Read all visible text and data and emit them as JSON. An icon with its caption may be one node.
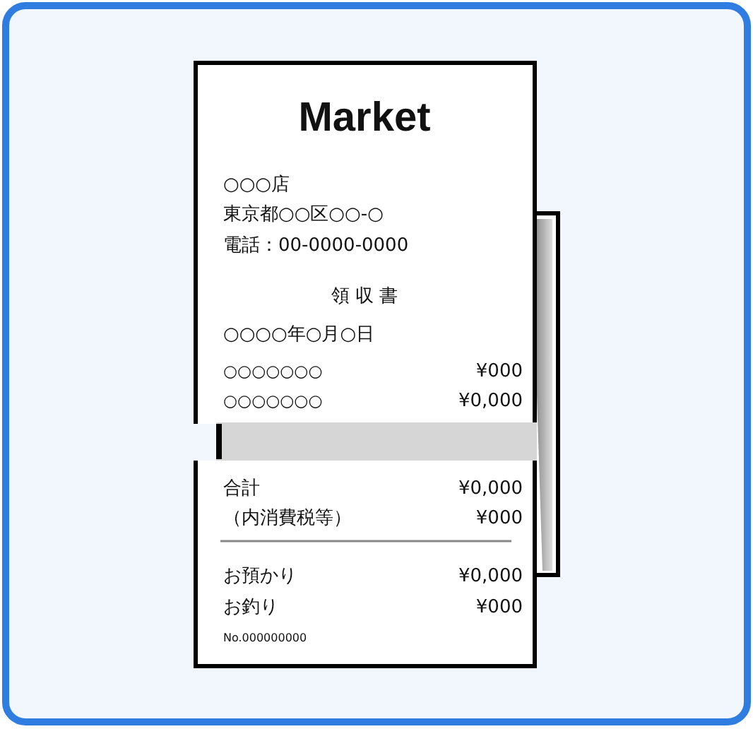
{
  "diagram": {
    "labels": [
      "Market",
      "○○○店",
      "東京都○○区○○-○",
      "電話：00-0000-0000",
      "領 収 書",
      "○○○○年○月○日",
      "○○○○○○○",
      "¥000",
      "○○○○○○○",
      "¥0,000",
      "合計",
      "¥0,000",
      "（内消費税等）",
      "¥000",
      "お預かり",
      "¥0,000",
      "お釣り",
      "¥000",
      "No.000000000"
    ]
  }
}
